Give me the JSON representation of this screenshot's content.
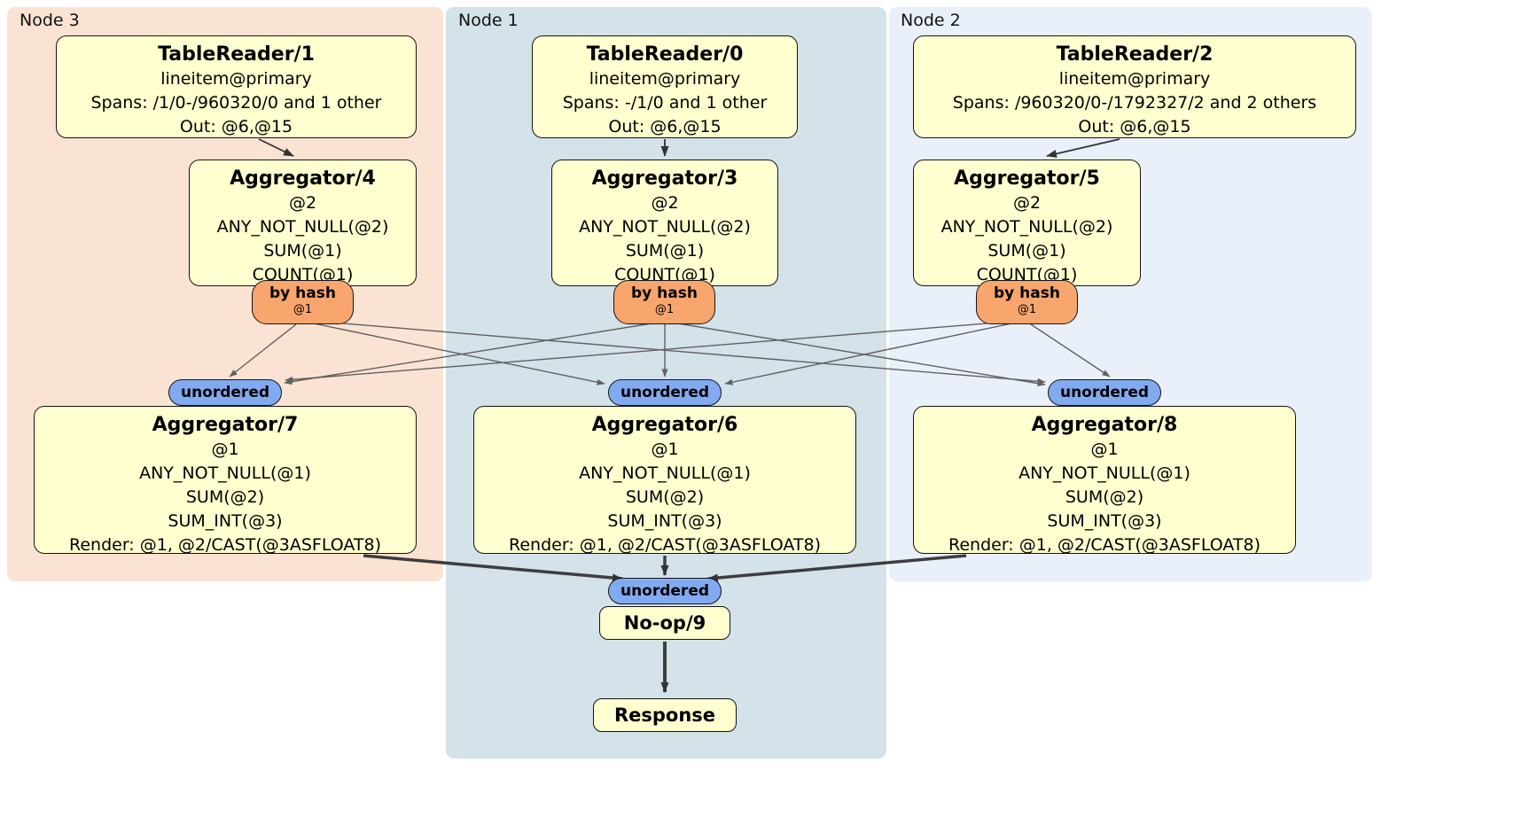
{
  "panels": {
    "node3": {
      "label": "Node 3"
    },
    "node1": {
      "label": "Node 1"
    },
    "node2": {
      "label": "Node 2"
    }
  },
  "processors": {
    "tr1": {
      "title": "TableReader/1",
      "lines": [
        "lineitem@primary",
        "Spans: /1/0-/960320/0 and 1 other",
        "Out: @6,@15"
      ]
    },
    "tr0": {
      "title": "TableReader/0",
      "lines": [
        "lineitem@primary",
        "Spans: -/1/0 and 1 other",
        "Out: @6,@15"
      ]
    },
    "tr2": {
      "title": "TableReader/2",
      "lines": [
        "lineitem@primary",
        "Spans: /960320/0-/1792327/2 and 2 others",
        "Out: @6,@15"
      ]
    },
    "agg4": {
      "title": "Aggregator/4",
      "lines": [
        "@2",
        "ANY_NOT_NULL(@2)",
        "SUM(@1)",
        "COUNT(@1)"
      ]
    },
    "agg3": {
      "title": "Aggregator/3",
      "lines": [
        "@2",
        "ANY_NOT_NULL(@2)",
        "SUM(@1)",
        "COUNT(@1)"
      ]
    },
    "agg5": {
      "title": "Aggregator/5",
      "lines": [
        "@2",
        "ANY_NOT_NULL(@2)",
        "SUM(@1)",
        "COUNT(@1)"
      ]
    },
    "agg7": {
      "title": "Aggregator/7",
      "lines": [
        "@1",
        "ANY_NOT_NULL(@1)",
        "SUM(@2)",
        "SUM_INT(@3)",
        "Render: @1, @2/CAST(@3ASFLOAT8)"
      ]
    },
    "agg6": {
      "title": "Aggregator/6",
      "lines": [
        "@1",
        "ANY_NOT_NULL(@1)",
        "SUM(@2)",
        "SUM_INT(@3)",
        "Render: @1, @2/CAST(@3ASFLOAT8)"
      ]
    },
    "agg8": {
      "title": "Aggregator/8",
      "lines": [
        "@1",
        "ANY_NOT_NULL(@1)",
        "SUM(@2)",
        "SUM_INT(@3)",
        "Render: @1, @2/CAST(@3ASFLOAT8)"
      ]
    },
    "noop9": {
      "title": "No-op/9"
    },
    "response": {
      "title": "Response"
    }
  },
  "routers": {
    "hash4": {
      "label": "by hash",
      "detail": "@1"
    },
    "hash3": {
      "label": "by hash",
      "detail": "@1"
    },
    "hash5": {
      "label": "by hash",
      "detail": "@1"
    }
  },
  "streams": {
    "s7": {
      "label": "unordered"
    },
    "s6": {
      "label": "unordered"
    },
    "s8": {
      "label": "unordered"
    },
    "s9": {
      "label": "unordered"
    }
  },
  "colors": {
    "processor_fill": "#ffffcf",
    "router_fill": "#f8a66e",
    "stream_fill": "#82aaf0",
    "node3_bg": "#fbe3d4",
    "node1_bg": "#d4e2e9",
    "node2_bg": "#e9f0fa",
    "edge": "#606060"
  }
}
